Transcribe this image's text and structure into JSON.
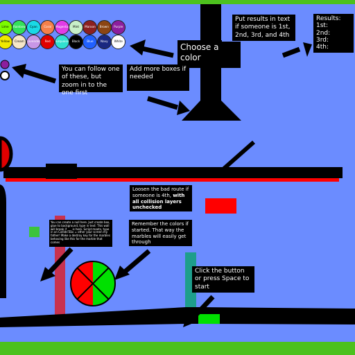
{
  "colors": {
    "sky": "#6B8CFF",
    "grass": "#4CC11E",
    "platform": "#000000",
    "ground_line": "#FF0000",
    "pink_bar": "#C8324F",
    "teal_bar": "#1E9E8C",
    "green_pad": "#00E000",
    "green_square": "#3CC43C"
  },
  "palette": [
    {
      "label": "Lime",
      "color": "#7CFC00"
    },
    {
      "label": "Rainbow",
      "color": "#32E05A"
    },
    {
      "label": "Cyan",
      "color": "#19D9E6"
    },
    {
      "label": "Coral",
      "color": "#F5804A"
    },
    {
      "label": "Magenta",
      "color": "#E23CE6"
    },
    {
      "label": "Mint",
      "color": "#C8F0C8"
    },
    {
      "label": "Maroon",
      "color": "#8C2020"
    },
    {
      "label": "Brown",
      "color": "#8B4513"
    },
    {
      "label": "Purple",
      "color": "#8C1E9E"
    },
    {
      "label": "Yellow",
      "color": "#F0E800"
    },
    {
      "label": "Cream",
      "color": "#F5E6C8"
    },
    {
      "label": "Lavender",
      "color": "#C896E6"
    },
    {
      "label": "Red",
      "color": "#E00000"
    },
    {
      "label": "Turquoise",
      "color": "#30E0D0"
    },
    {
      "label": "Black",
      "color": "#000000"
    },
    {
      "label": "Blue",
      "color": "#2060FF"
    },
    {
      "label": "Navy",
      "color": "#1A2880"
    },
    {
      "label": "White",
      "color": "#FFFFFF"
    }
  ],
  "notes": {
    "choose_color": "Choose a color",
    "results_text": "Put results in text if someone is 1st, 2nd, 3rd, and 4th",
    "results_board": [
      "Results:",
      "1st:",
      "2nd:",
      "3rd:",
      "4th:"
    ],
    "follow_one": "You can follow one of these, but zoom in to the one first",
    "add_boxes": "Add more boxes if needed",
    "loosen_route_plain": "Loosen the bad route if someone is 4th, ",
    "loosen_route_bold": "with all collision layers unchecked",
    "remember_colors": "Remember the colors if started. That way the marbles will easily get through",
    "tiny_note": "You can create a null here. Just create box, glue to background, type in text: This wall will break if ___ is here. Script meets, type in on Collide box = other your screen my father! Make a destroy key for the marbles behaving like this for the marble that comes",
    "click_start": "Click the button or press Space to start"
  }
}
